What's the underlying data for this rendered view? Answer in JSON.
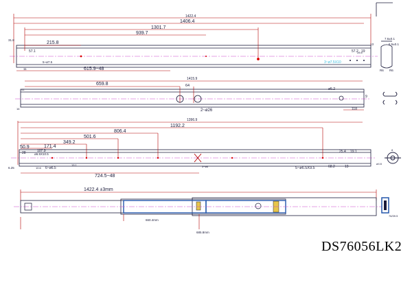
{
  "model_code": "DS76056LK2",
  "colors": {
    "dim_red": "#b30000",
    "line_dark": "#1a1a3a",
    "center_line": "#cc44cc",
    "cyan_note": "#33bbdd",
    "hole_red": "#dd0000",
    "part_blue": "#2255aa",
    "part_yellow": "#e7c64a"
  },
  "view1": {
    "overall_1": "1422.4",
    "overall_2": "1406.4",
    "dims": [
      "1301.7",
      "939.7",
      "215.8",
      "57.1",
      "615.9~48",
      "57.2",
      "19"
    ],
    "small": [
      "31.8",
      "5~ø7.5",
      "11",
      "13",
      "28.6"
    ],
    "slot_note": "3~ø7.5X10",
    "section": [
      "7.6±0.1",
      "6.5±0.1",
      "R6",
      "R6"
    ]
  },
  "view2": {
    "overall": "1415.9",
    "dims": [
      "659.8",
      "64",
      "2~ø26",
      "ø5.2",
      "118",
      "9"
    ],
    "small": [
      "41",
      "16"
    ]
  },
  "view3": {
    "overall": "1396.9",
    "dims": [
      "1192.2",
      "806.4",
      "501.6",
      "349.2",
      "171.4",
      "107.9",
      "50.9",
      "28",
      "25.4",
      "19.1",
      "68.2",
      "19",
      "724.5~48",
      "ø6.5X10.5",
      "6~ø6.5",
      "3~ø6"
    ],
    "small": [
      "6.25",
      "19.1",
      "10.6",
      "ø4.6",
      "8"
    ],
    "note": "5~ø6.5X9.5"
  },
  "view4": {
    "extended": "1422.4 ±3mm",
    "callout_a": "660.4mm",
    "callout_b": "685.8mm",
    "section": "76/39.5"
  }
}
